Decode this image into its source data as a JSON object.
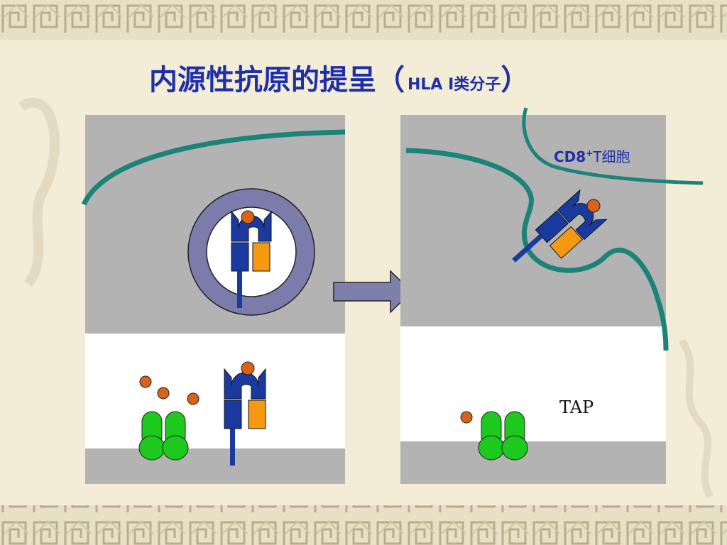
{
  "title": {
    "main": "内源性抗原的提呈（",
    "sub": "HLA I类分子",
    "close": "）"
  },
  "labels": {
    "tcell_prefix": "CD8",
    "tcell_sup": "+",
    "tcell_suffix": "T细胞",
    "tap": "TAP"
  },
  "colors": {
    "background": "#f3ecd6",
    "title_text": "#1f2fa8",
    "gray_panel": "#b3b3b3",
    "white_panel": "#ffffff",
    "membrane": "#1b8378",
    "vesicle_ring": "#7c7cac",
    "mhc_blue": "#1a3aa0",
    "mhc_orange": "#f49a12",
    "peptide": "#d8621a",
    "tap_green": "#1ec91e",
    "arrow_fill": "#7f7fab",
    "tcell_label": "#1f2fa8"
  }
}
